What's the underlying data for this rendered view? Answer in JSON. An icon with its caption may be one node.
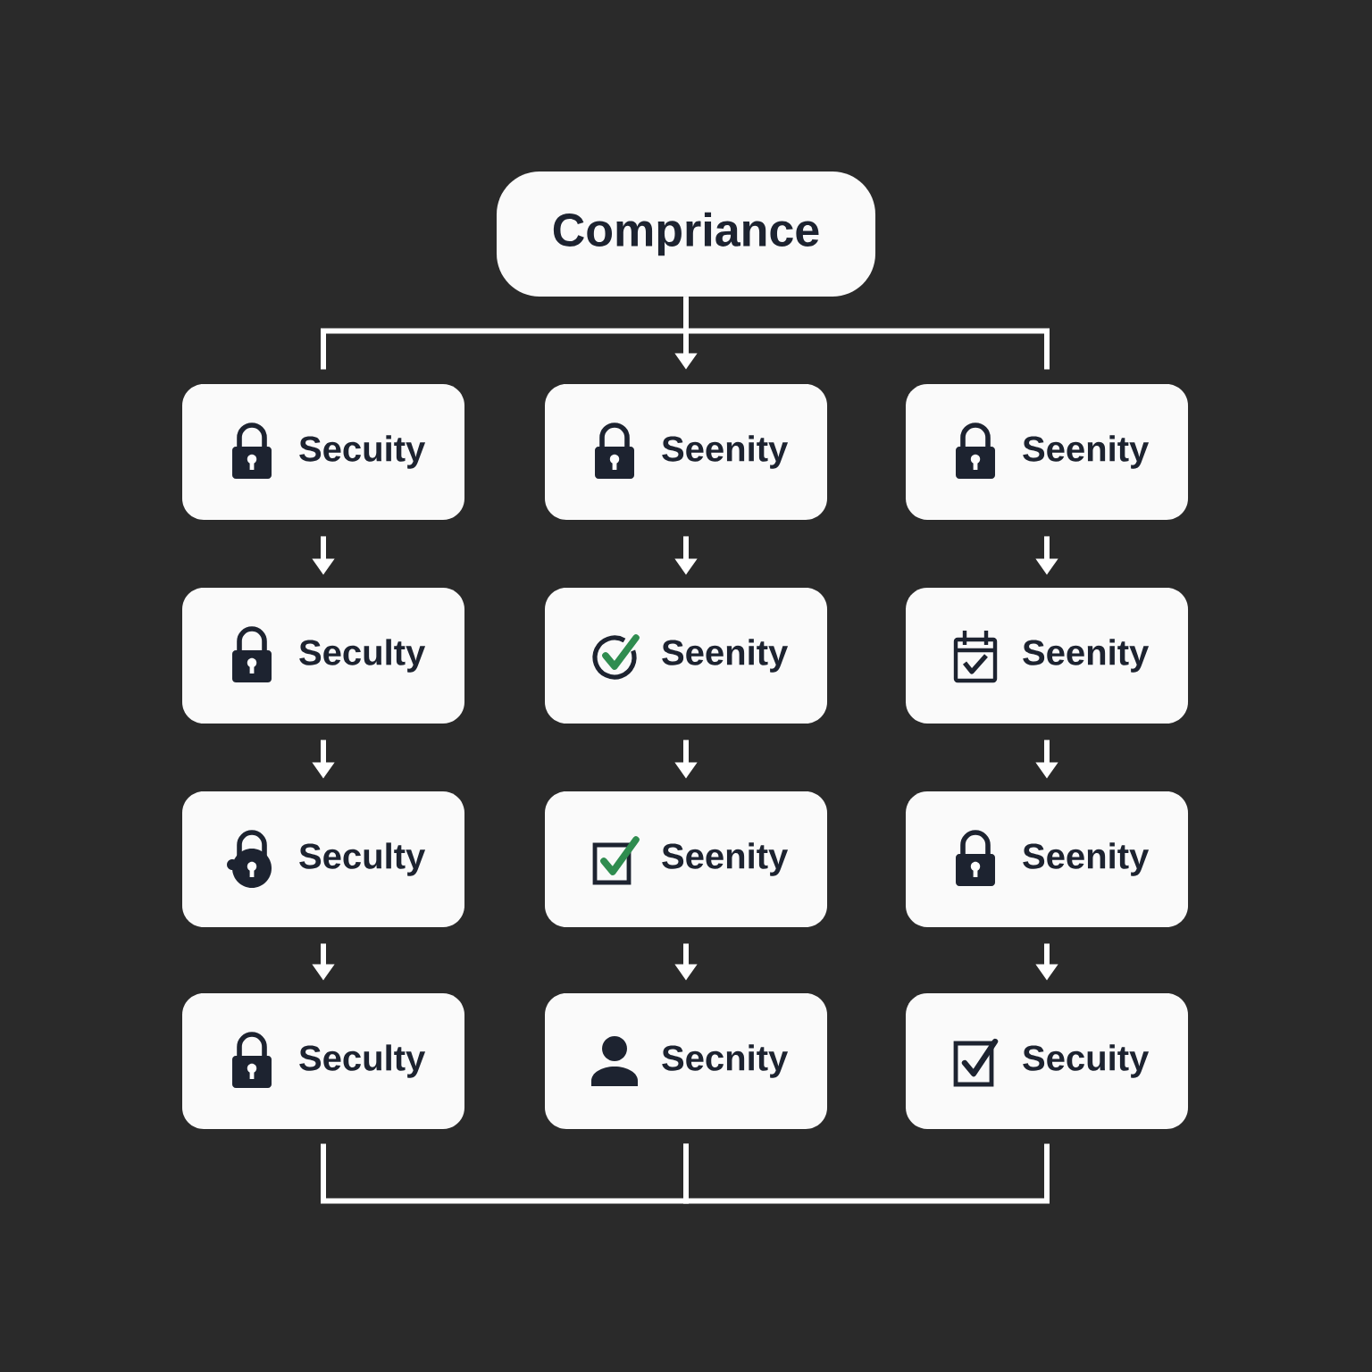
{
  "diagram": {
    "nodes": [
      {
        "text": [
          "Compriance"
        ]
      },
      {
        "text": [
          "Secuity"
        ]
      },
      {
        "text": [
          "Seenity"
        ]
      },
      {
        "text": [
          "Seenity"
        ]
      },
      {
        "text": [
          "Seculty"
        ]
      },
      {
        "text": [
          "Seenity"
        ]
      },
      {
        "text": [
          "Seenity"
        ]
      },
      {
        "text": [
          "Seculty"
        ]
      },
      {
        "text": [
          "Seenity"
        ]
      },
      {
        "text": [
          "Seenity"
        ]
      },
      {
        "text": [
          "Seculty"
        ]
      },
      {
        "text": [
          "Secnity"
        ]
      },
      {
        "text": [
          "Secuity"
        ]
      }
    ],
    "edges": [
      {
        "from": 0,
        "to": 1,
        "arrow": "none"
      },
      {
        "from": 0,
        "to": 2,
        "arrow": "to"
      },
      {
        "from": 0,
        "to": 3,
        "arrow": "none"
      },
      {
        "from": 1,
        "to": 4,
        "arrow": "to"
      },
      {
        "from": 2,
        "to": 5,
        "arrow": "to"
      },
      {
        "from": 3,
        "to": 6,
        "arrow": "to"
      },
      {
        "from": 4,
        "to": 7,
        "arrow": "to"
      },
      {
        "from": 5,
        "to": 8,
        "arrow": "to"
      },
      {
        "from": 6,
        "to": 9,
        "arrow": "to"
      },
      {
        "from": 7,
        "to": 10,
        "arrow": "to"
      },
      {
        "from": 8,
        "to": 11,
        "arrow": "to"
      },
      {
        "from": 9,
        "to": 12,
        "arrow": "to"
      },
      {
        "from": 10,
        "to": 11,
        "arrow": "none"
      },
      {
        "from": 11,
        "to": 12,
        "arrow": "none"
      }
    ]
  }
}
